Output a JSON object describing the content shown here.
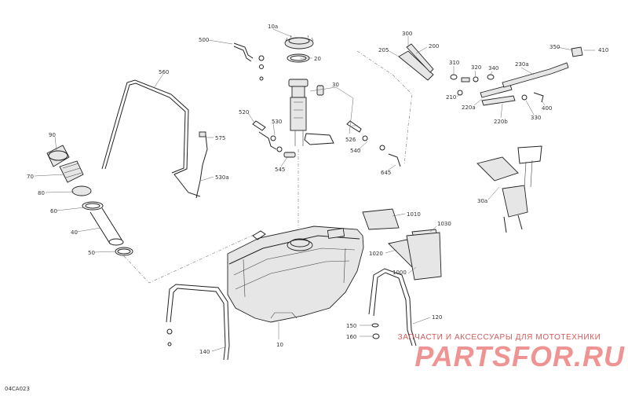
{
  "diagram": {
    "id_code": "04CA023",
    "callouts": [
      "10a",
      "20",
      "500",
      "30",
      "560",
      "90",
      "70",
      "80",
      "60",
      "40",
      "50",
      "520",
      "530",
      "545",
      "575",
      "530a",
      "526",
      "540",
      "645",
      "300",
      "200",
      "205",
      "310",
      "320",
      "340",
      "210",
      "220a",
      "220b",
      "230a",
      "350",
      "410",
      "400",
      "330",
      "30a",
      "1010",
      "1030",
      "1020",
      "1000",
      "120",
      "140",
      "10",
      "150",
      "160"
    ]
  },
  "watermark": {
    "tagline": "ЗАПЧАСТИ И АКСЕССУАРЫ ДЛЯ МОТОТЕХНИКИ",
    "logo_text": "PARTSFOR.RU"
  }
}
